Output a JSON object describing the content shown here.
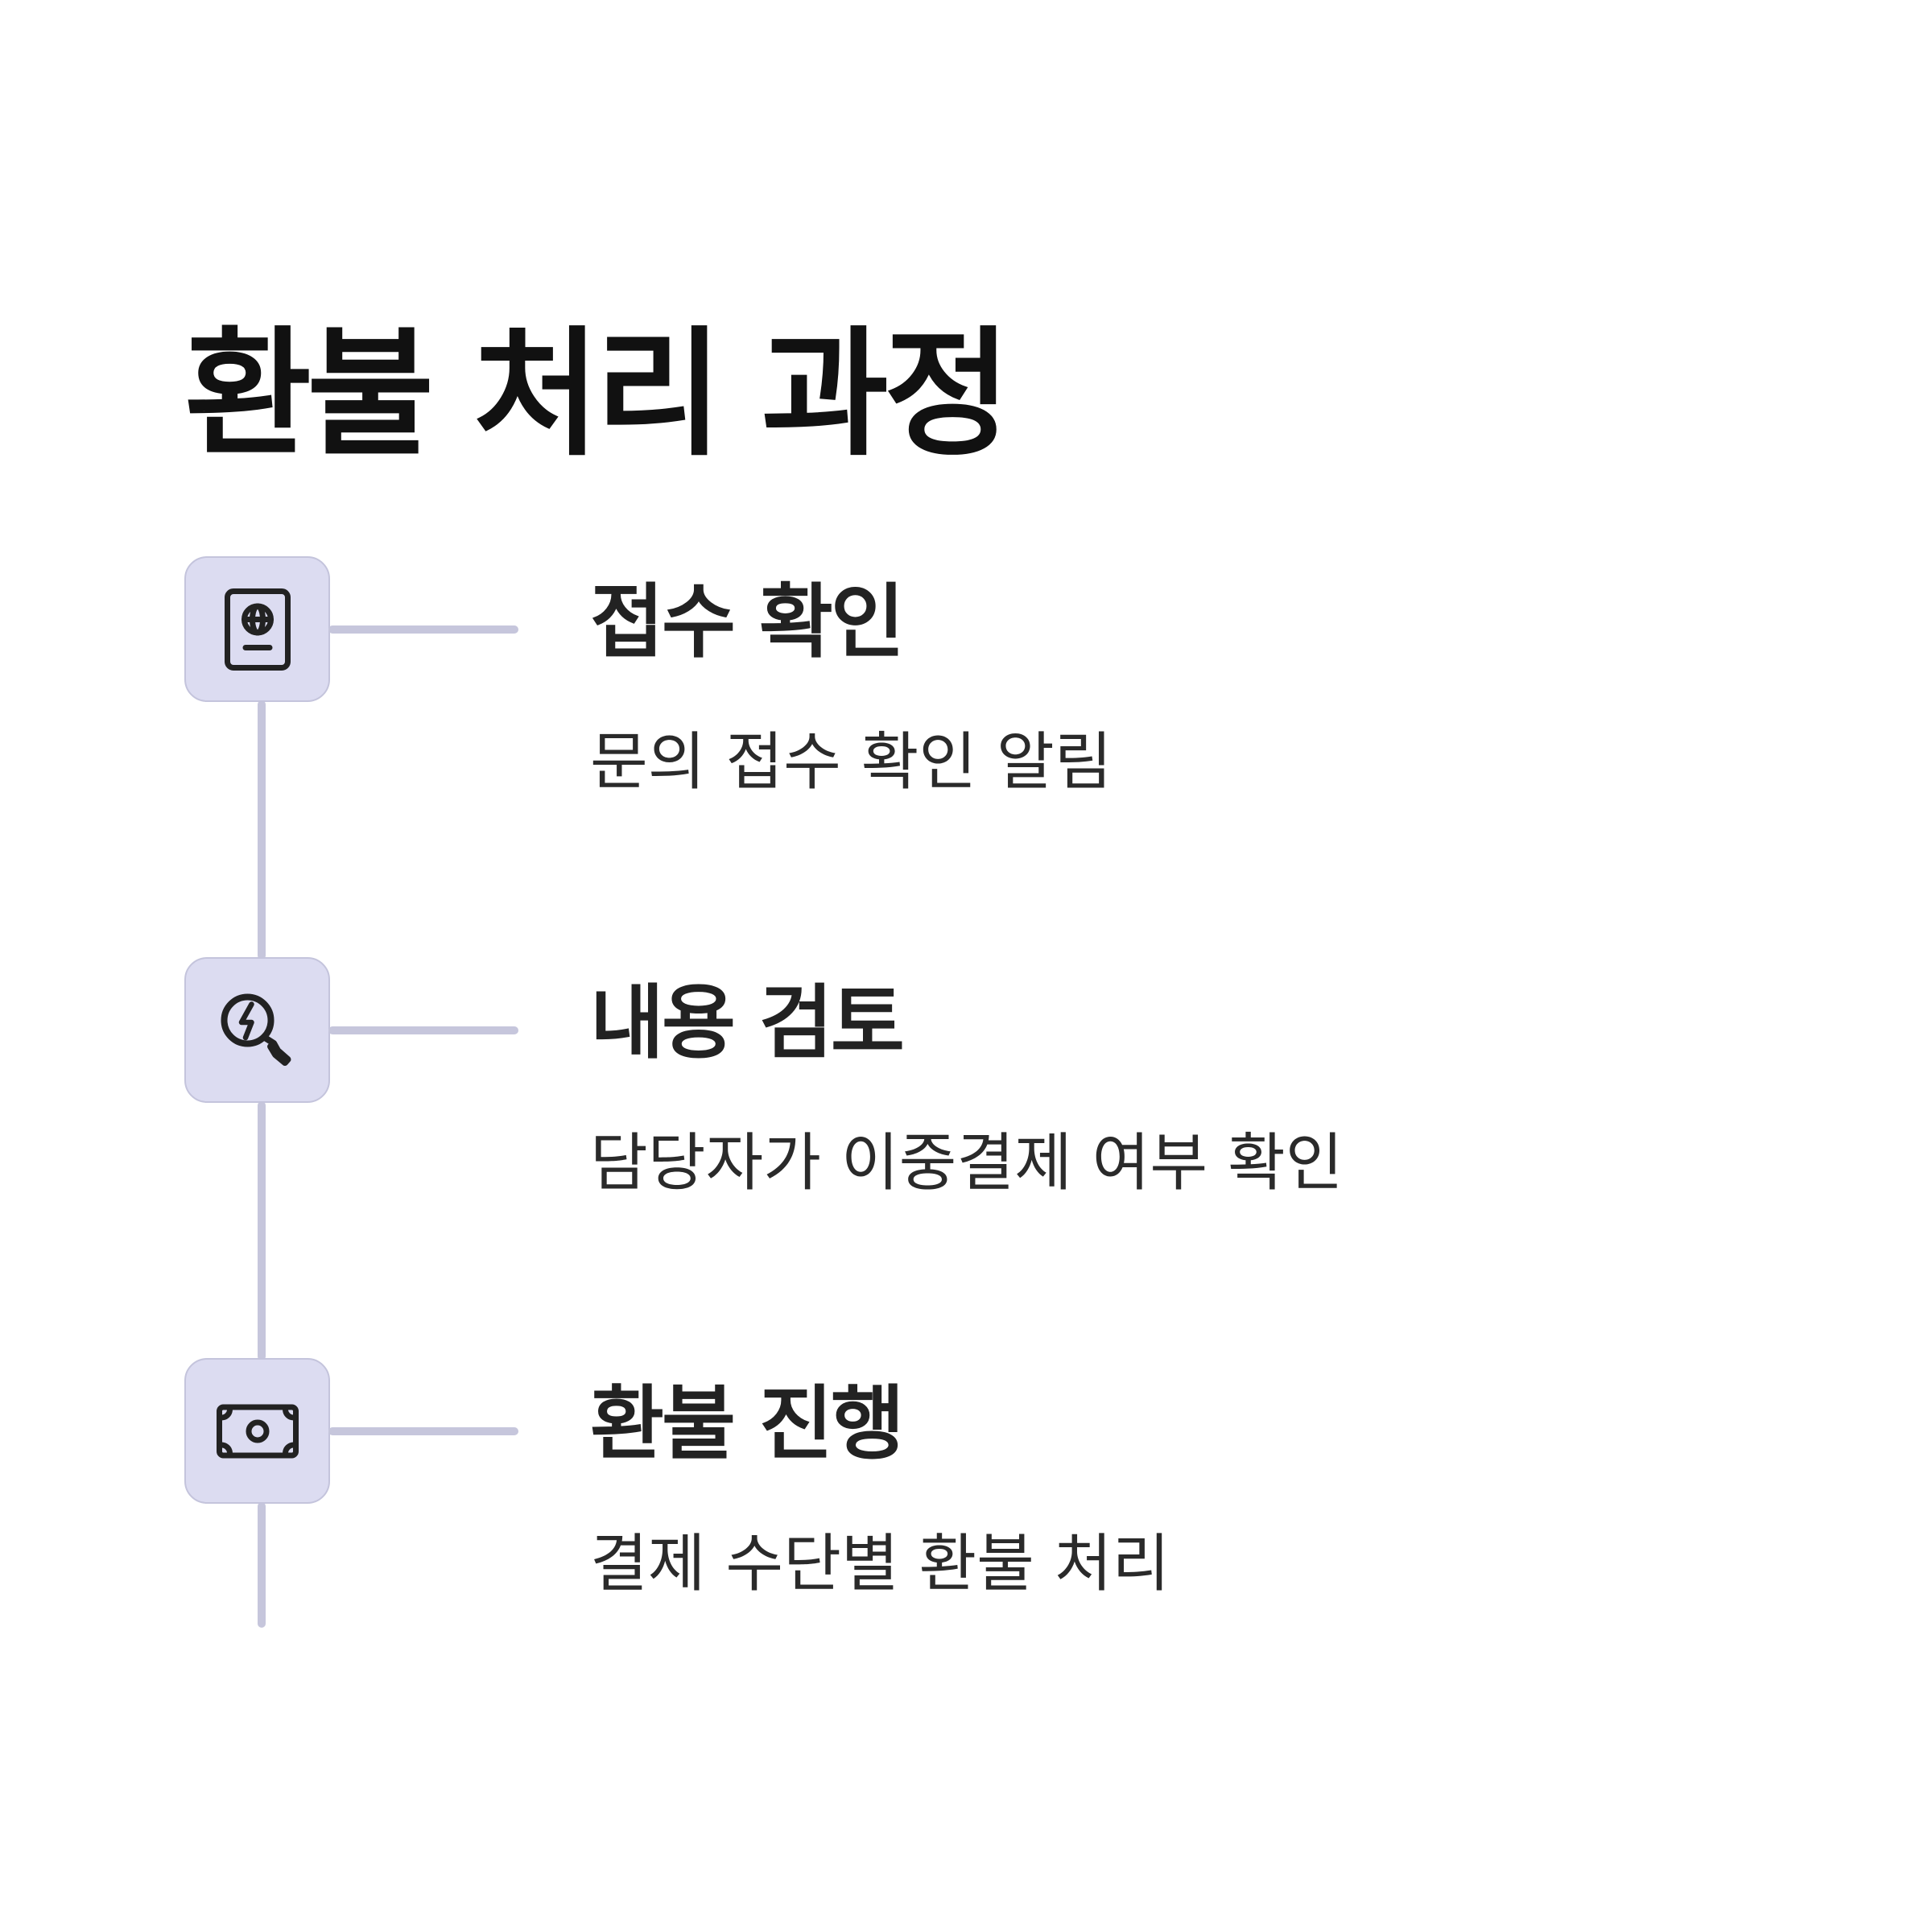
{
  "title": "환불 처리 과정",
  "colors": {
    "box_fill": "#dcdcf1",
    "box_border": "#c4c4dc",
    "connector": "#c6c6dc",
    "text": "#222222"
  },
  "steps": [
    {
      "icon": "passport-icon",
      "heading": "접수 확인",
      "description": "문의 접수 확인 알림"
    },
    {
      "icon": "search-lightning-icon",
      "heading": "내용 검토",
      "description": "담당자가 이중결제 여부 확인"
    },
    {
      "icon": "banknote-icon",
      "heading": "환불 진행",
      "description": "결제 수단별 환불 처리"
    }
  ]
}
